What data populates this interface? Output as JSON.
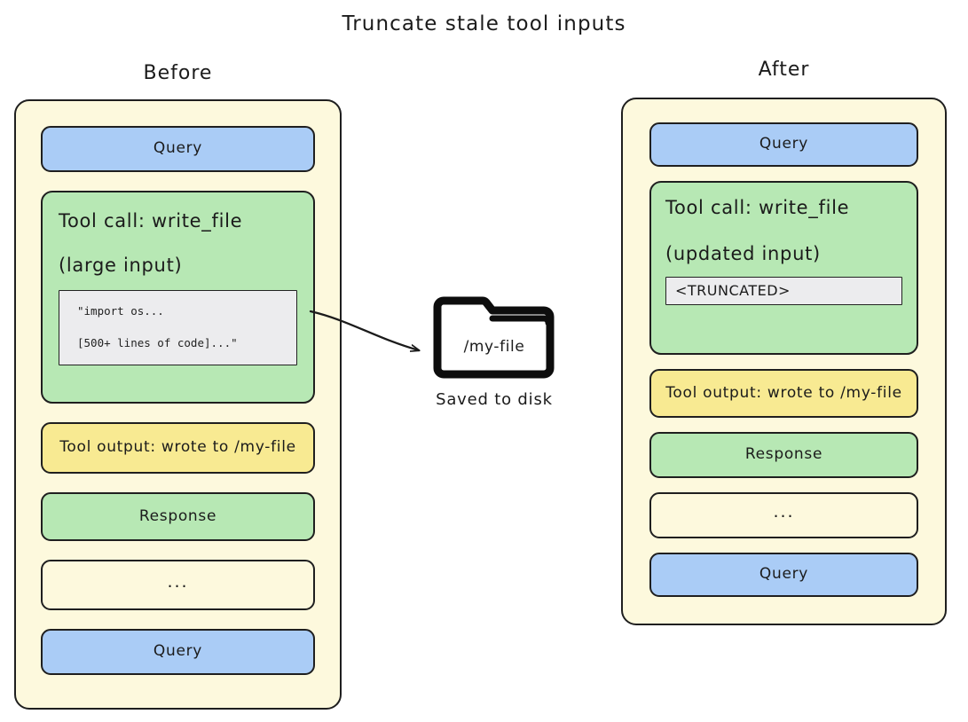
{
  "title": "Truncate stale tool inputs",
  "columns": {
    "before": {
      "heading": "Before",
      "blocks": {
        "query_top": "Query",
        "tool_call_title": "Tool call: write_file",
        "tool_call_subtitle": "(large input)",
        "code_line_1": "\"import os...",
        "code_line_2": "[500+ lines of code]...\"",
        "tool_output": "Tool output: wrote to /my-file",
        "response": "Response",
        "ellipsis": "...",
        "query_bottom": "Query"
      }
    },
    "after": {
      "heading": "After",
      "blocks": {
        "query_top": "Query",
        "tool_call_title": "Tool call: write_file",
        "tool_call_subtitle": "(updated input)",
        "truncated": "<TRUNCATED>",
        "tool_output": "Tool output: wrote to /my-file",
        "response": "Response",
        "ellipsis": "...",
        "query_bottom": "Query"
      }
    }
  },
  "center": {
    "folder_label": "/my-file",
    "caption": "Saved to disk",
    "arrow_name": "write-to-disk-arrow"
  },
  "colors": {
    "panel_bg": "#fdf9dd",
    "query_blue": "#aaccf6",
    "green": "#b7e8b4",
    "yellow": "#f8ea92",
    "code_gray": "#ececee",
    "stroke": "#1f1f1f",
    "page_bg": "#ffffff"
  }
}
